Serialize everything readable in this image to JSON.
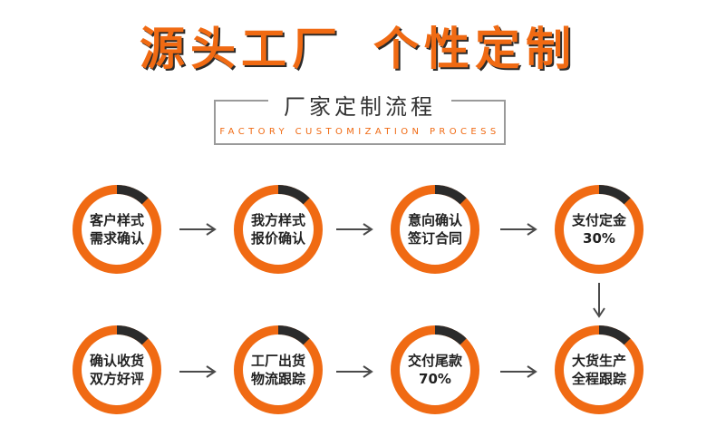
{
  "header": {
    "headline_part1": "源头工厂",
    "headline_part2": "个性定制",
    "subtitle": "厂家定制流程",
    "subtitle_en": "FACTORY CUSTOMIZATION PROCESS"
  },
  "colors": {
    "accent": "#f06a13",
    "dark": "#2b2b2b",
    "arrow": "#4a4a4a"
  },
  "steps": [
    {
      "line1": "客户样式",
      "line2": "需求确认"
    },
    {
      "line1": "我方样式",
      "line2": "报价确认"
    },
    {
      "line1": "意向确认",
      "line2": "签订合同"
    },
    {
      "line1": "支付定金",
      "line2": "30%"
    },
    {
      "line1": "大货生产",
      "line2": "全程跟踪"
    },
    {
      "line1": "交付尾款",
      "line2": "70%"
    },
    {
      "line1": "工厂出货",
      "line2": "物流跟踪"
    },
    {
      "line1": "确认收货",
      "line2": "双方好评"
    }
  ]
}
